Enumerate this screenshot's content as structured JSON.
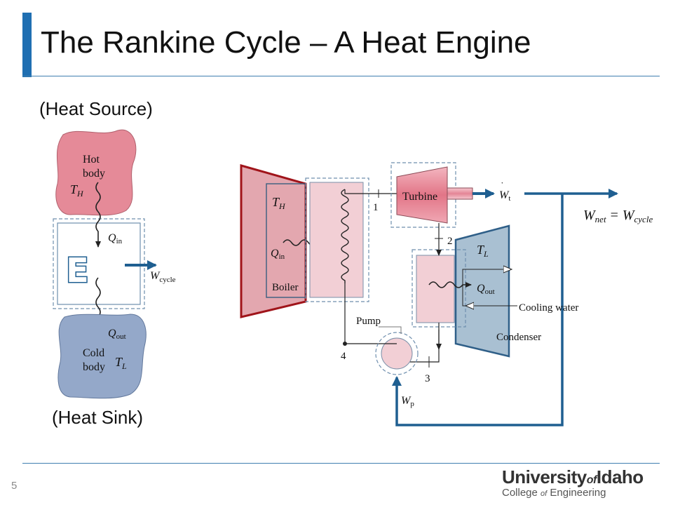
{
  "slide": {
    "title": "The Rankine Cycle – A Heat Engine",
    "page_number": "5"
  },
  "left_diagram": {
    "heat_source_caption": "(Heat Source)",
    "heat_sink_caption": "(Heat Sink)",
    "hot_body_line1": "Hot",
    "hot_body_line2": "body",
    "cold_body_line1": "Cold",
    "cold_body_line2": "body",
    "t_h": "T",
    "t_h_sub": "H",
    "t_l": "T",
    "t_l_sub": "L",
    "engine_letter": "E",
    "q_in": "Q",
    "q_in_sub": "in",
    "q_out": "Q",
    "q_out_sub": "out",
    "w_cycle": "W",
    "w_cycle_sub": "cycle"
  },
  "right_diagram": {
    "boiler_label": "Boiler",
    "turbine_label": "Turbine",
    "condenser_label": "Condenser",
    "pump_label": "Pump",
    "cooling_water_label": "Cooling water",
    "t_h": "T",
    "t_h_sub": "H",
    "t_l": "T",
    "t_l_sub": "L",
    "q_in": "Q",
    "q_in_sub": "in",
    "q_out": "Q",
    "q_out_sub": "out",
    "w_t": "W",
    "w_t_sub": "t",
    "w_p": "W",
    "w_p_sub": "p",
    "w_net": "W",
    "w_net_sub": "net",
    "equals": "=",
    "w_cycle": "W",
    "w_cycle_sub": "cycle",
    "state_1": "1",
    "state_2": "2",
    "state_3": "3",
    "state_4": "4"
  },
  "logo": {
    "university": "University",
    "of": "of",
    "idaho": "Idaho",
    "college": "College",
    "college_of": "of",
    "engineering": "Engineering"
  },
  "colors": {
    "accent": "#1f6fb2",
    "hot": "#e58a98",
    "cold": "#94a8c9",
    "boiler": "#a0141a",
    "pipe": "#1f5f91",
    "condenser": "#a9c0d2"
  }
}
